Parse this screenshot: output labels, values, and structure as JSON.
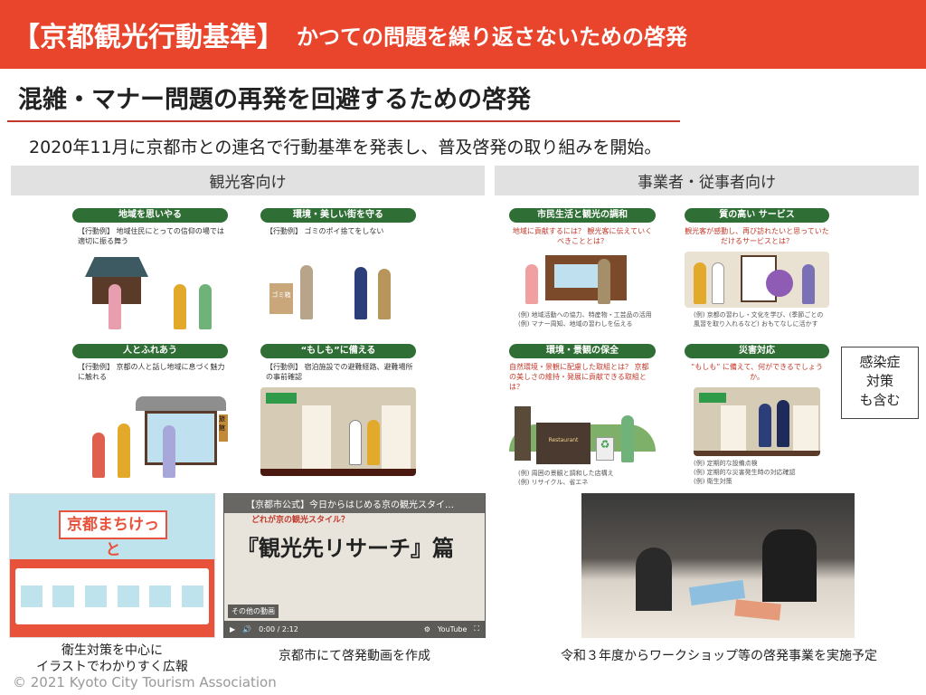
{
  "header": {
    "bracket_title": "【京都観光行動基準】",
    "subtitle": "かつての問題を繰り返さないための啓発"
  },
  "section_title": "混雑・マナー問題の再発を回避するための啓発",
  "lead": "2020年11月に京都市との連名で行動基準を発表し、普及啓発の取り組みを開始。",
  "tourists": {
    "label": "観光客向け",
    "cards": [
      {
        "title": "地域を思いやる",
        "example": "【行動例】 地域住民にとっての信仰の場では適切に振る舞う"
      },
      {
        "title": "環境・美しい街を守る",
        "example": "【行動例】 ゴミのポイ捨てをしない",
        "sign": "ゴミ箱"
      },
      {
        "title": "人とふれあう",
        "example": "【行動例】 京都の人と話し地域に息づく魅力に触れる",
        "sign": "旅館"
      },
      {
        "title": "“もしも”に備える",
        "example": "【行動例】 宿泊施設での避難経路、避難場所の事前確認"
      }
    ]
  },
  "businesses": {
    "label": "事業者・従事者向け",
    "cards": [
      {
        "title": "市民生活と観光の調和",
        "question": "地域に貢献するには？ 観光客に伝えていくべきこととは？",
        "notes": [
          "(例) 地域活動への協力、特産物・工芸品の活用",
          "(例) マナー周知、地域の習わしを伝える"
        ]
      },
      {
        "title": "質の高い サービス",
        "question": "観光客が感動し、再び訪れたいと思っていただけるサービスとは？",
        "notes": [
          "(例) 京都の習わし・文化を学び、(季節ごとの風習を取り入れるなど) おもてなしに活かす"
        ]
      },
      {
        "title": "環境・景観の保全",
        "question": "自然環境・景観に配慮した取組とは？ 京都の美しさの維持・発展に貢献できる取組とは？",
        "notes": [
          "(例) 周囲の景観と調和した店構え",
          "(例) リサイクル、省エネ"
        ],
        "sign": "Restaurant"
      },
      {
        "title": "災害対応",
        "question": "“もしも” に備えて、何ができるでしょうか。",
        "notes": [
          "(例) 定期的な設備点検",
          "(例) 定期的な災害発生時の対応確認",
          "(例) 衛生対策"
        ]
      }
    ]
  },
  "callout": [
    "感染症",
    "対策",
    "も含む"
  ],
  "poster": {
    "title": "京都まちけっと",
    "caption_lines": [
      "衛生対策を中心に",
      "イラストでわかりすく広報"
    ]
  },
  "video": {
    "title": "【京都市公式】今日からはじめる京の観光スタイ…",
    "tagline": "どれが京の観光スタイル？",
    "headline": "『観光先リサーチ』篇",
    "more": "その他の動画",
    "time": "0:00 / 2:12",
    "brand": "YouTube",
    "caption": "京都市にて啓発動画を作成"
  },
  "photo": {
    "caption": "令和３年度からワークショップ等の啓発事業を実施予定"
  },
  "copyright": "© 2021 Kyoto City Tourism Association",
  "colors": {
    "header": "#e8452c",
    "green": "#2f6e34",
    "rule": "#c0392b"
  }
}
